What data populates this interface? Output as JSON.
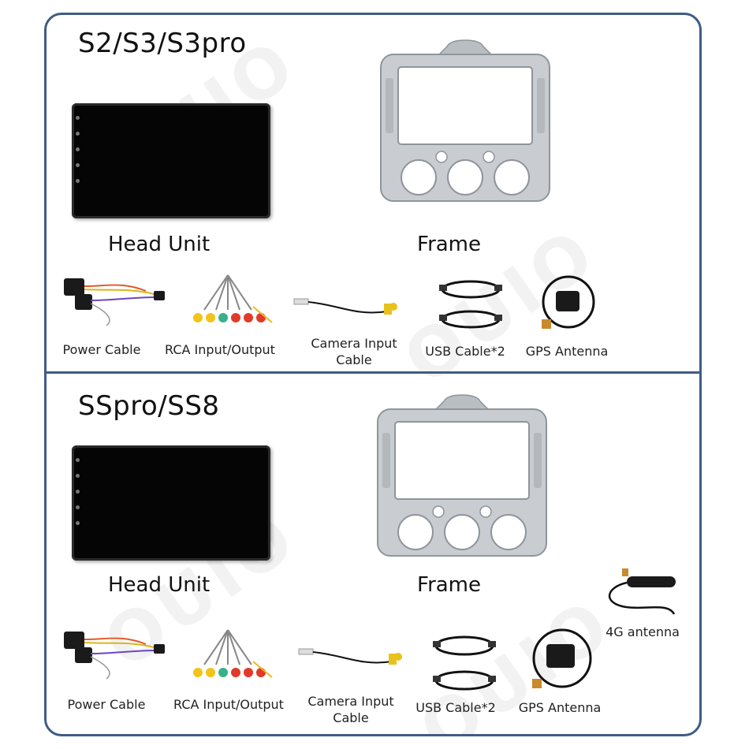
{
  "sections": [
    {
      "title": "S2/S3/S3pro",
      "head_unit_label": "Head Unit",
      "frame_label": "Frame",
      "accessories": {
        "power_cable": "Power Cable",
        "rca": "RCA Input/Output",
        "camera_line1": "Camera Input",
        "camera_line2": "Cable",
        "usb": "USB Cable*2",
        "gps": "GPS Antenna"
      }
    },
    {
      "title": "SSpro/SS8",
      "head_unit_label": "Head Unit",
      "frame_label": "Frame",
      "accessories": {
        "power_cable": "Power Cable",
        "rca": "RCA Input/Output",
        "camera_line1": "Camera Input",
        "camera_line2": "Cable",
        "usb": "USB Cable*2",
        "gps": "GPS Antenna",
        "lte": "4G antenna"
      }
    }
  ],
  "colors": {
    "border": "#3f5c86",
    "frame": "#c9cdd1",
    "screen": "#050505"
  }
}
